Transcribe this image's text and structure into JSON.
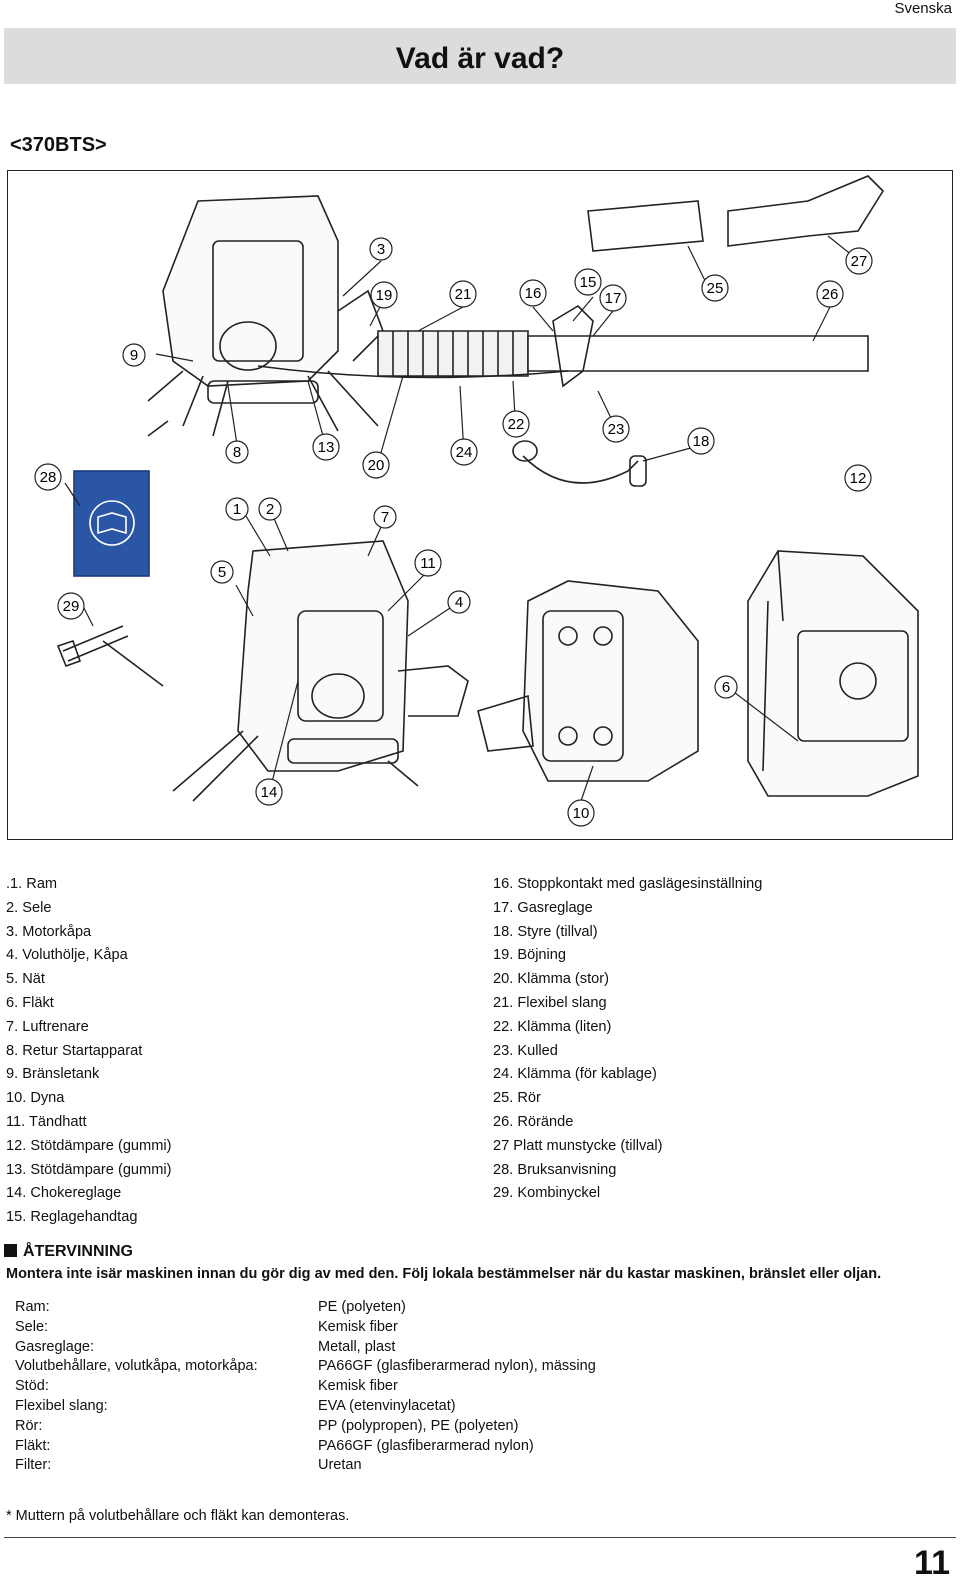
{
  "header": {
    "language": "Svenska",
    "title": "Vad är vad?",
    "model": "<370BTS>"
  },
  "figure": {
    "callouts": [
      "1",
      "2",
      "3",
      "4",
      "5",
      "6",
      "7",
      "8",
      "9",
      "10",
      "11",
      "12",
      "13",
      "14",
      "15",
      "16",
      "17",
      "18",
      "19",
      "20",
      "21",
      "22",
      "23",
      "24",
      "25",
      "26",
      "27",
      "28",
      "29"
    ]
  },
  "parts_left": [
    ".1. Ram",
    "2. Sele",
    "3. Motorkåpa",
    "4. Voluthölje, Kåpa",
    "5. Nät",
    "6. Fläkt",
    "7. Luftrenare",
    "8. Retur Startapparat",
    "9. Bränsletank",
    "10. Dyna",
    "11. Tändhatt",
    "12. Stötdämpare (gummi)",
    "13. Stötdämpare (gummi)",
    "14. Chokereglage",
    "15. Reglagehandtag"
  ],
  "parts_right": [
    "16. Stoppkontakt med gaslägesinställning",
    "17. Gasreglage",
    "18. Styre (tillval)",
    "19. Böjning",
    "20. Klämma (stor)",
    "21. Flexibel slang",
    "22. Klämma (liten)",
    "23. Kulled",
    "24. Klämma (för kablage)",
    "25. Rör",
    "26. Rörände",
    "27 Platt munstycke (tillval)",
    "28. Bruksanvisning",
    "29. Kombinyckel"
  ],
  "recycling": {
    "heading": "ÅTERVINNING",
    "notice": "Montera inte isär maskinen innan du gör dig av med den. Följ lokala bestämmelser när du kastar maskinen, bränslet eller oljan.",
    "materials": [
      {
        "part": "Ram:",
        "material": "PE (polyeten)"
      },
      {
        "part": "Sele:",
        "material": "Kemisk fiber"
      },
      {
        "part": "Gasreglage:",
        "material": "Metall, plast"
      },
      {
        "part": "Volutbehållare, volutkåpa, motorkåpa:",
        "material": "PA66GF (glasfiberarmerad nylon), mässing"
      },
      {
        "part": "Stöd:",
        "material": "Kemisk fiber"
      },
      {
        "part": "Flexibel slang:",
        "material": "EVA (etenvinylacetat)"
      },
      {
        "part": "Rör:",
        "material": "PP (polypropen), PE (polyeten)"
      },
      {
        "part": "Fläkt:",
        "material": "PA66GF (glasfiberarmerad nylon)"
      },
      {
        "part": "Filter:",
        "material": "Uretan"
      }
    ],
    "footnote": "* Muttern på volutbehållare och fläkt kan demonteras."
  },
  "page_number": "11"
}
